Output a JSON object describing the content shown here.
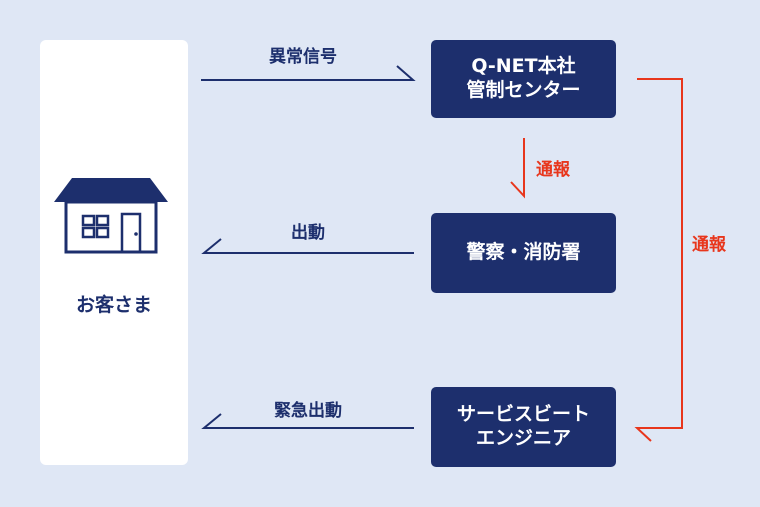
{
  "customer": {
    "label": "お客さま"
  },
  "boxes": {
    "center": {
      "line1": "Q-NET本社",
      "line2": "管制センター"
    },
    "police": {
      "label": "警察・消防署"
    },
    "engineer": {
      "line1": "サービスビート",
      "line2": "エンジニア"
    }
  },
  "arrows": {
    "abnormal_signal": "異常信号",
    "dispatch": "出動",
    "emergency_dispatch": "緊急出動",
    "report_to_police": "通報",
    "report_to_engineer": "通報"
  },
  "colors": {
    "navy": "#1d2f6d",
    "red": "#e8361c",
    "background": "#dfe7f5"
  }
}
